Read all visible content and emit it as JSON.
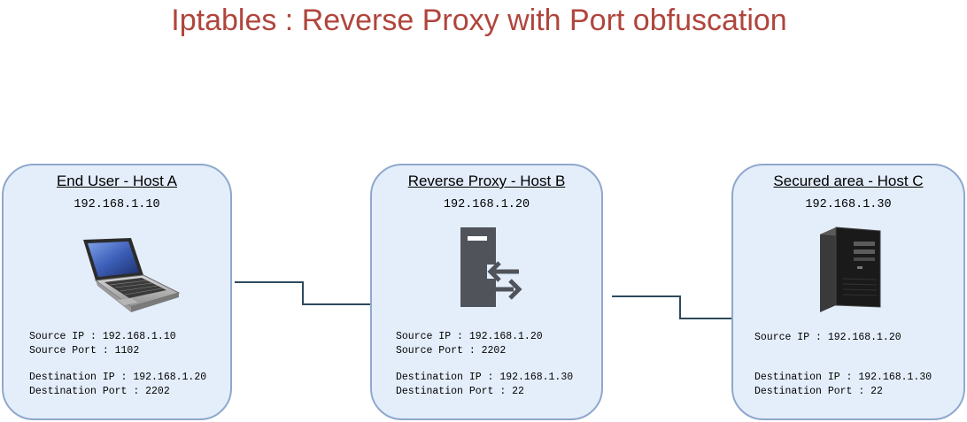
{
  "title": "Iptables : Reverse Proxy with Port obfuscation",
  "hosts": [
    {
      "name": "End User - Host A",
      "ip": "192.168.1.10",
      "icon": "laptop-icon",
      "info": [
        "Source IP : 192.168.1.10",
        "Source Port : 1102",
        "Destination IP : 192.168.1.20",
        "Destination Port : 2202"
      ]
    },
    {
      "name": "Reverse Proxy - Host B",
      "ip": "192.168.1.20",
      "icon": "proxy-server-icon",
      "info": [
        "Source IP : 192.168.1.20",
        "Source Port : 2202",
        "Destination IP : 192.168.1.30",
        "Destination Port : 22"
      ]
    },
    {
      "name": "Secured area - Host C",
      "ip": "192.168.1.30",
      "icon": "tower-server-icon",
      "info": [
        "Source IP : 192.168.1.20",
        "Destination IP : 192.168.1.30",
        "Destination Port : 22"
      ]
    }
  ],
  "colors": {
    "title": "#b0453c",
    "box_fill": "#e4eefb",
    "box_border": "#8fa8cc",
    "connector": "#2e4a5e"
  }
}
